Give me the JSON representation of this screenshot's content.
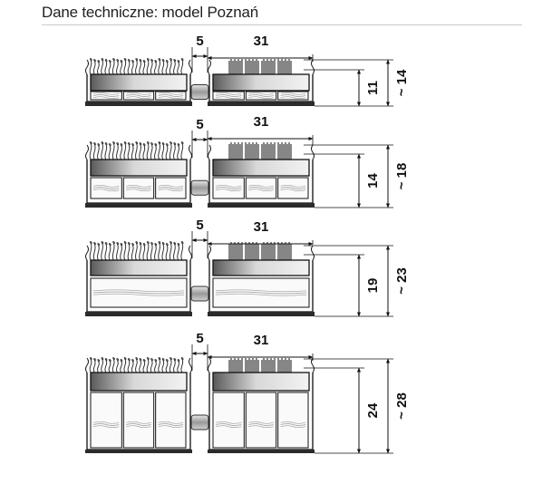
{
  "title": "Dane techniczne: model Poznań",
  "icons": {
    "dimension": "dimension-arrow-icon",
    "brush": "brush-bristle-icon"
  },
  "colors": {
    "frame": "#111111",
    "base": "#2b2b2b",
    "accent": "#b8b8b8"
  },
  "profiles": [
    {
      "gap": "5",
      "width": "31",
      "height": "11",
      "total": "~ 14"
    },
    {
      "gap": "5",
      "width": "31",
      "height": "14",
      "total": "~ 18"
    },
    {
      "gap": "5",
      "width": "31",
      "height": "19",
      "total": "~ 23"
    },
    {
      "gap": "5",
      "width": "31",
      "height": "24",
      "total": "~ 28"
    }
  ]
}
